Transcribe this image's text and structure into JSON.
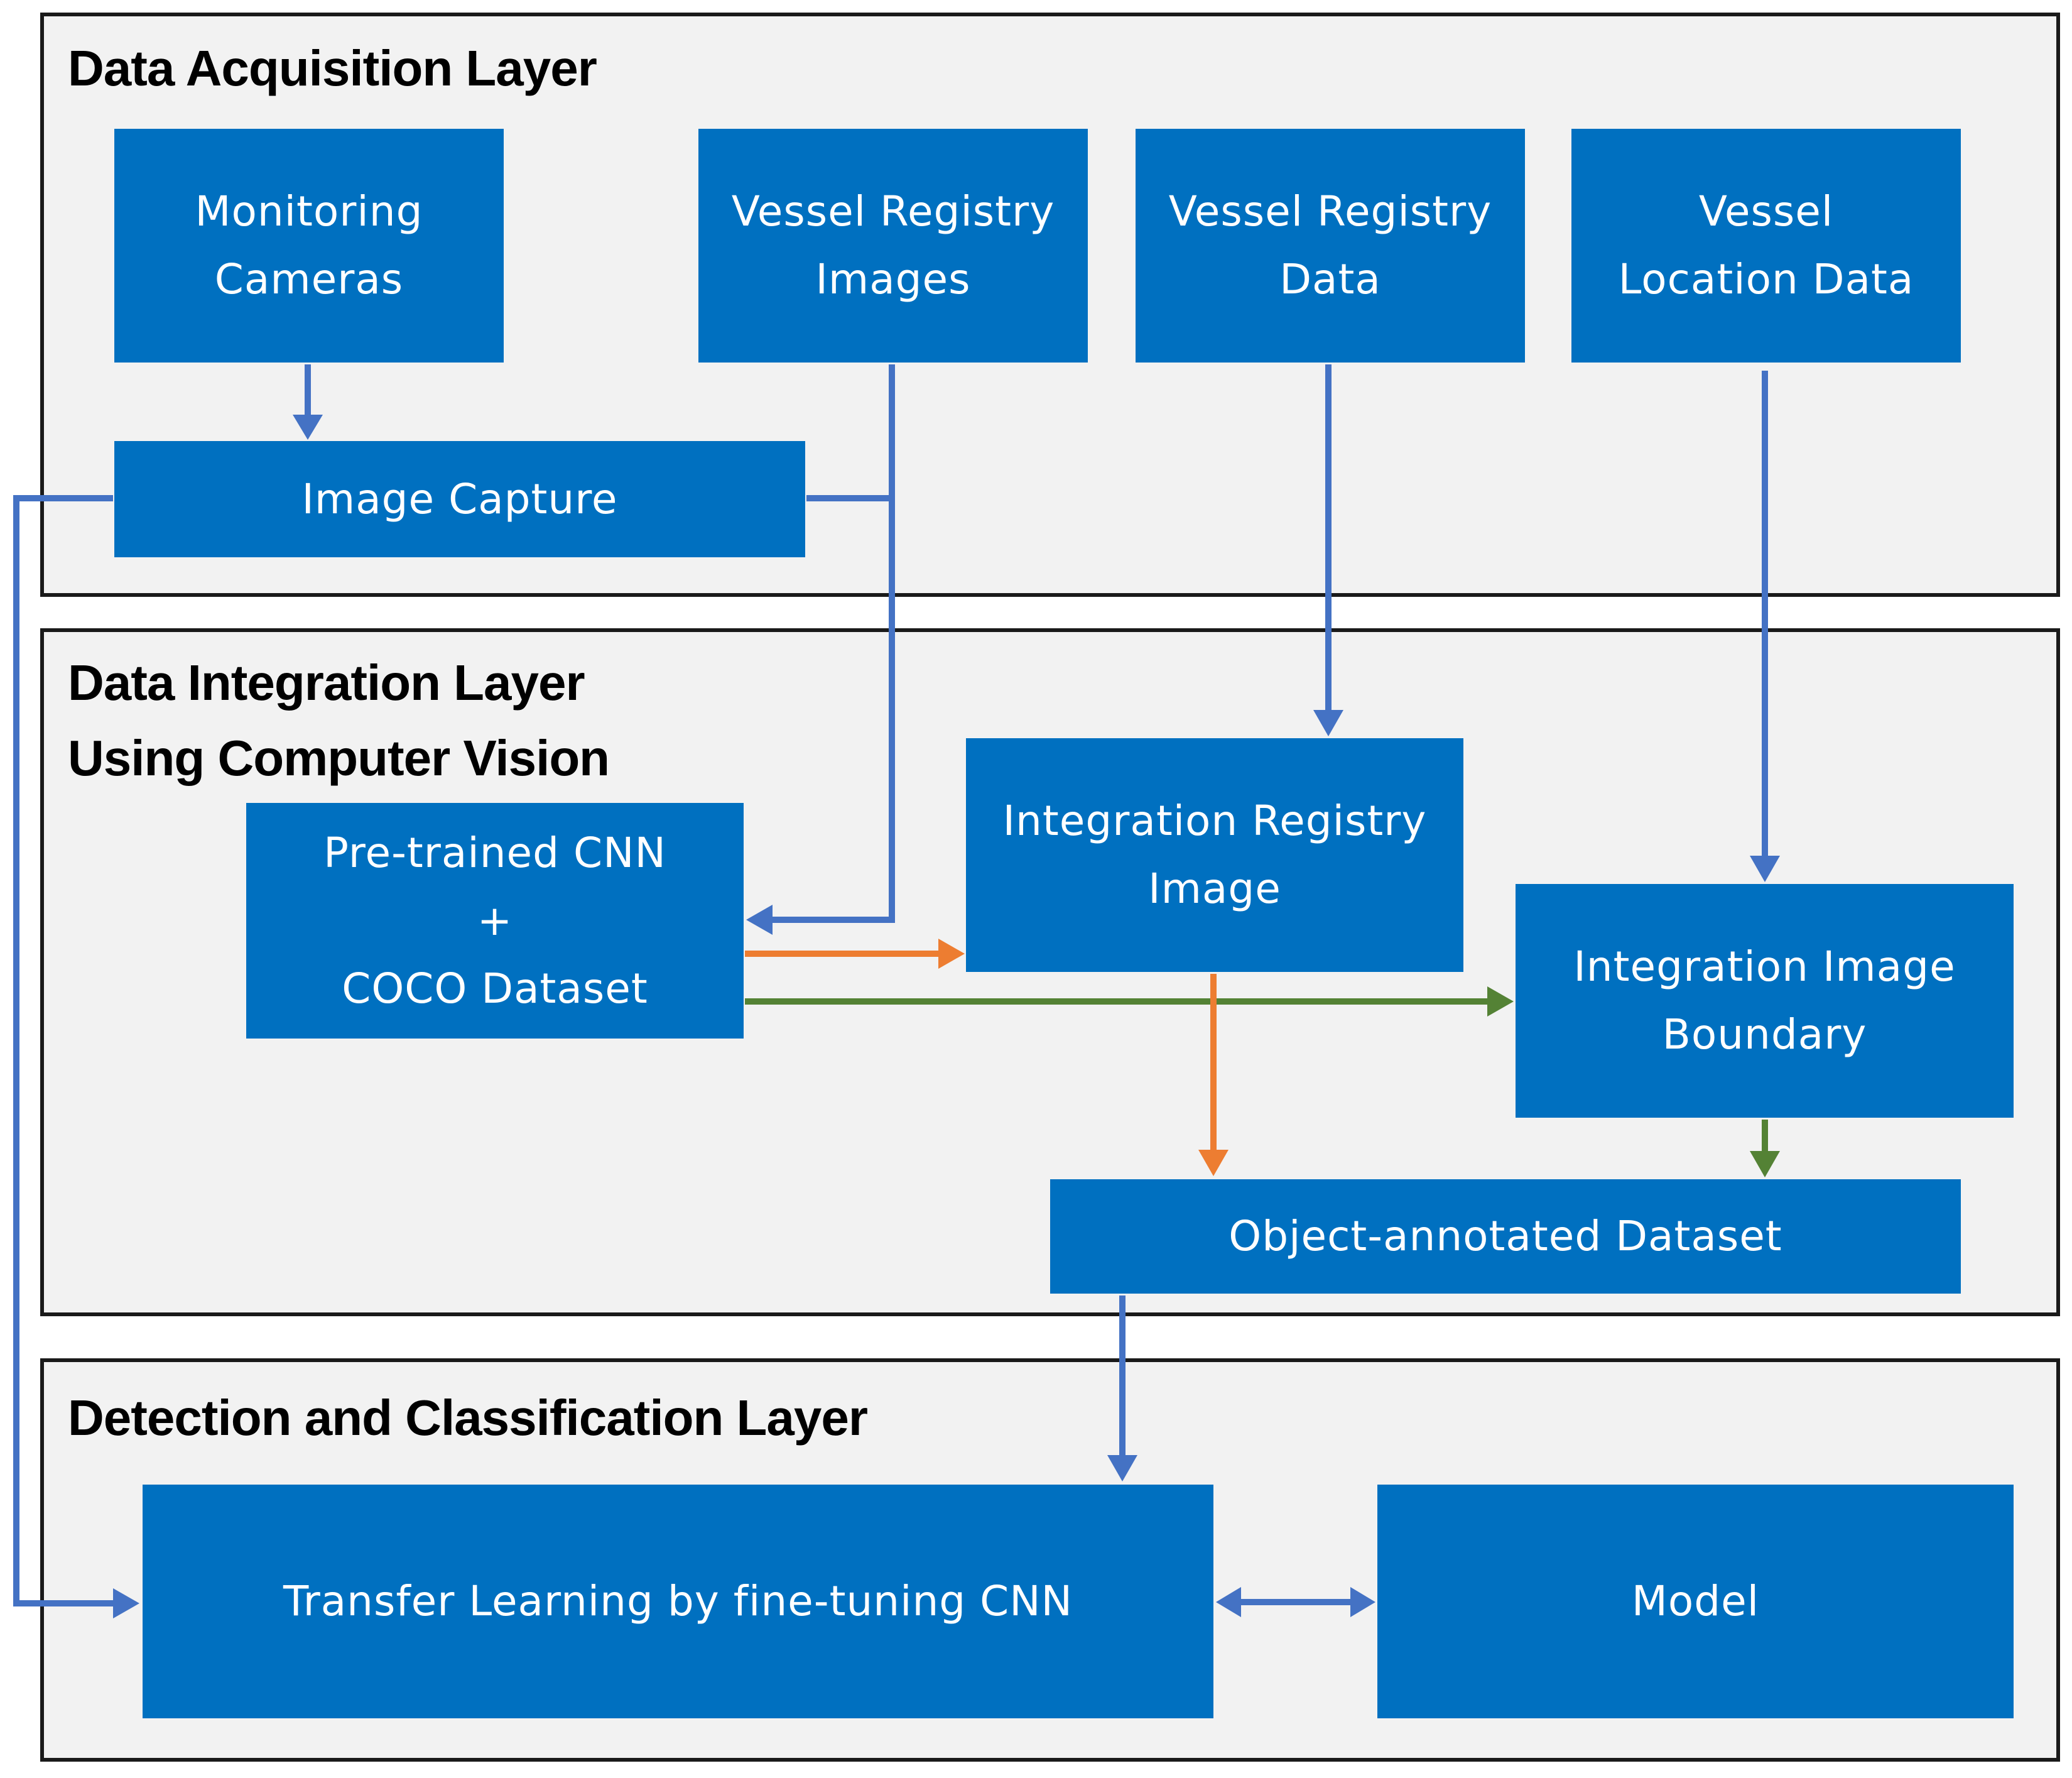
{
  "layers": {
    "acquisition": {
      "title": "Data Acquisition Layer"
    },
    "integration": {
      "title_lines": [
        "Data Integration Layer",
        "Using Computer Vision"
      ]
    },
    "detection": {
      "title": "Detection and Classification Layer"
    }
  },
  "nodes": {
    "monitoring_cameras": {
      "lines": [
        "Monitoring",
        "Cameras"
      ]
    },
    "vessel_registry_images": {
      "lines": [
        "Vessel Registry",
        "Images"
      ]
    },
    "vessel_registry_data": {
      "lines": [
        "Vessel Registry",
        "Data"
      ]
    },
    "vessel_location_data": {
      "lines": [
        "Vessel",
        "Location Data"
      ]
    },
    "image_capture": {
      "lines": [
        "Image Capture"
      ]
    },
    "pretrained_cnn": {
      "lines": [
        "Pre-trained CNN",
        "+",
        "COCO Dataset"
      ]
    },
    "integration_registry_image": {
      "lines": [
        "Integration Registry",
        "Image"
      ]
    },
    "integration_image_boundary": {
      "lines": [
        "Integration Image",
        "Boundary"
      ]
    },
    "object_annotated_dataset": {
      "lines": [
        "Object-annotated Dataset"
      ]
    },
    "transfer_learning": {
      "lines": [
        "Transfer Learning by fine-tuning CNN"
      ]
    },
    "model": {
      "lines": [
        "Model"
      ]
    }
  },
  "colors": {
    "box_fill": "#0070c0",
    "layer_fill": "#f2f2f2",
    "layer_border": "#1a1a1a",
    "connector_blue": "#4472c4",
    "connector_orange": "#ed7d31",
    "connector_green": "#548235"
  }
}
